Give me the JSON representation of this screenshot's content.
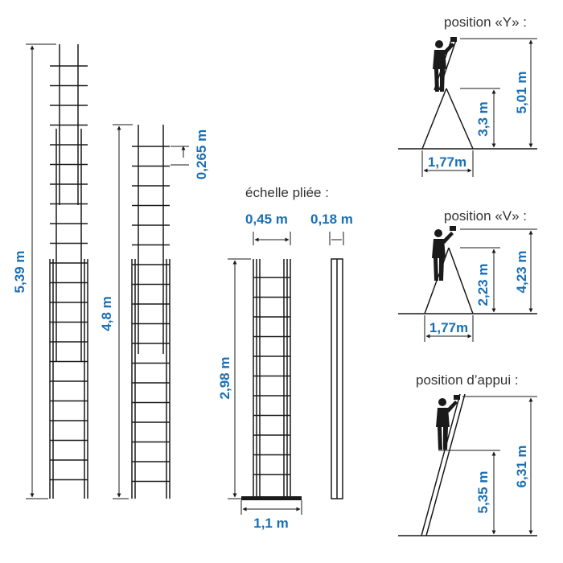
{
  "colors": {
    "dimension_text": "#1a6fb5",
    "heading_text": "#333333",
    "line": "#1a1a1a"
  },
  "headings": {
    "folded": "échelle pliée :",
    "position_y": "position «Y» :",
    "position_v": "position «V» :",
    "position_lean": "position d’appui :"
  },
  "dimensions": {
    "extended_total": "5,39 m",
    "second_ladder": "4,8 m",
    "rung_spacing": "0,265 m",
    "folded_width": "0,45 m",
    "folded_depth": "0,18 m",
    "folded_height": "2,98 m",
    "base_width": "1,1 m",
    "y_total": "5,01 m",
    "y_ladder": "3,3 m",
    "y_base": "1,77m",
    "v_total": "4,23 m",
    "v_ladder": "2,23 m",
    "v_base": "1,77m",
    "lean_total": "6,31 m",
    "lean_ladder": "5,35 m"
  },
  "icons": {
    "painter": "painter-figure-icon"
  }
}
